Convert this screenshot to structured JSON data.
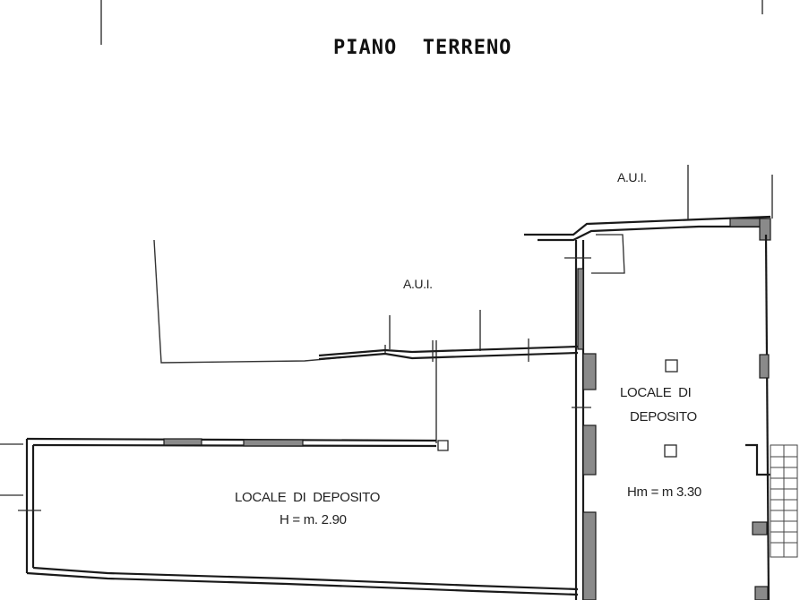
{
  "drawing": {
    "title": "PIANO  TERRENO",
    "rooms": [
      {
        "label": "LOCALE  DI  DEPOSITO",
        "height": "H = m. 2.90"
      },
      {
        "label_line1": "LOCALE  DI",
        "label_line2": "DEPOSITO",
        "height": "Hm = m 3.30"
      }
    ],
    "neighbors": [
      {
        "label": "A.U.I."
      },
      {
        "label": "A.U.I."
      }
    ]
  }
}
